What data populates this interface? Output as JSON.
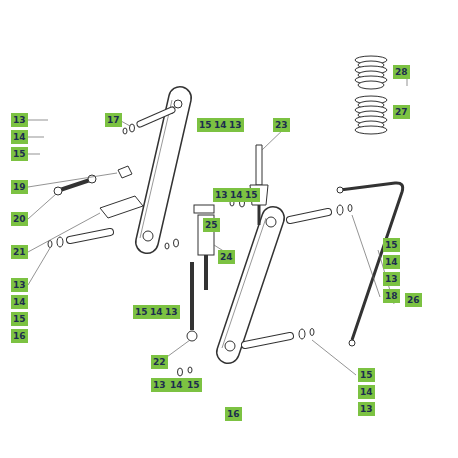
{
  "diagram": {
    "nodes": [
      {
        "text": [
          "13"
        ]
      },
      {
        "text": [
          "14"
        ]
      },
      {
        "text": [
          "15"
        ]
      },
      {
        "text": [
          "17"
        ]
      },
      {
        "text": [
          "15"
        ]
      },
      {
        "text": [
          "14"
        ]
      },
      {
        "text": [
          "13"
        ]
      },
      {
        "text": [
          "23"
        ]
      },
      {
        "text": [
          "28"
        ]
      },
      {
        "text": [
          "27"
        ]
      },
      {
        "text": [
          "19"
        ]
      },
      {
        "text": [
          "20"
        ]
      },
      {
        "text": [
          "21"
        ]
      },
      {
        "text": [
          "13"
        ]
      },
      {
        "text": [
          "14"
        ]
      },
      {
        "text": [
          "15"
        ]
      },
      {
        "text": [
          "25"
        ]
      },
      {
        "text": [
          "24"
        ]
      },
      {
        "text": [
          "15"
        ]
      },
      {
        "text": [
          "14"
        ]
      },
      {
        "text": [
          "13"
        ]
      },
      {
        "text": [
          "18"
        ]
      },
      {
        "text": [
          "13"
        ]
      },
      {
        "text": [
          "14"
        ]
      },
      {
        "text": [
          "15"
        ]
      },
      {
        "text": [
          "16"
        ]
      },
      {
        "text": [
          "26"
        ]
      },
      {
        "text": [
          "15"
        ]
      },
      {
        "text": [
          "14"
        ]
      },
      {
        "text": [
          "13"
        ]
      },
      {
        "text": [
          "22"
        ]
      },
      {
        "text": [
          "13"
        ]
      },
      {
        "text": [
          "14"
        ]
      },
      {
        "text": [
          "15"
        ]
      },
      {
        "text": [
          "15"
        ]
      },
      {
        "text": [
          "14"
        ]
      },
      {
        "text": [
          "13"
        ]
      },
      {
        "text": [
          "16"
        ]
      }
    ]
  }
}
